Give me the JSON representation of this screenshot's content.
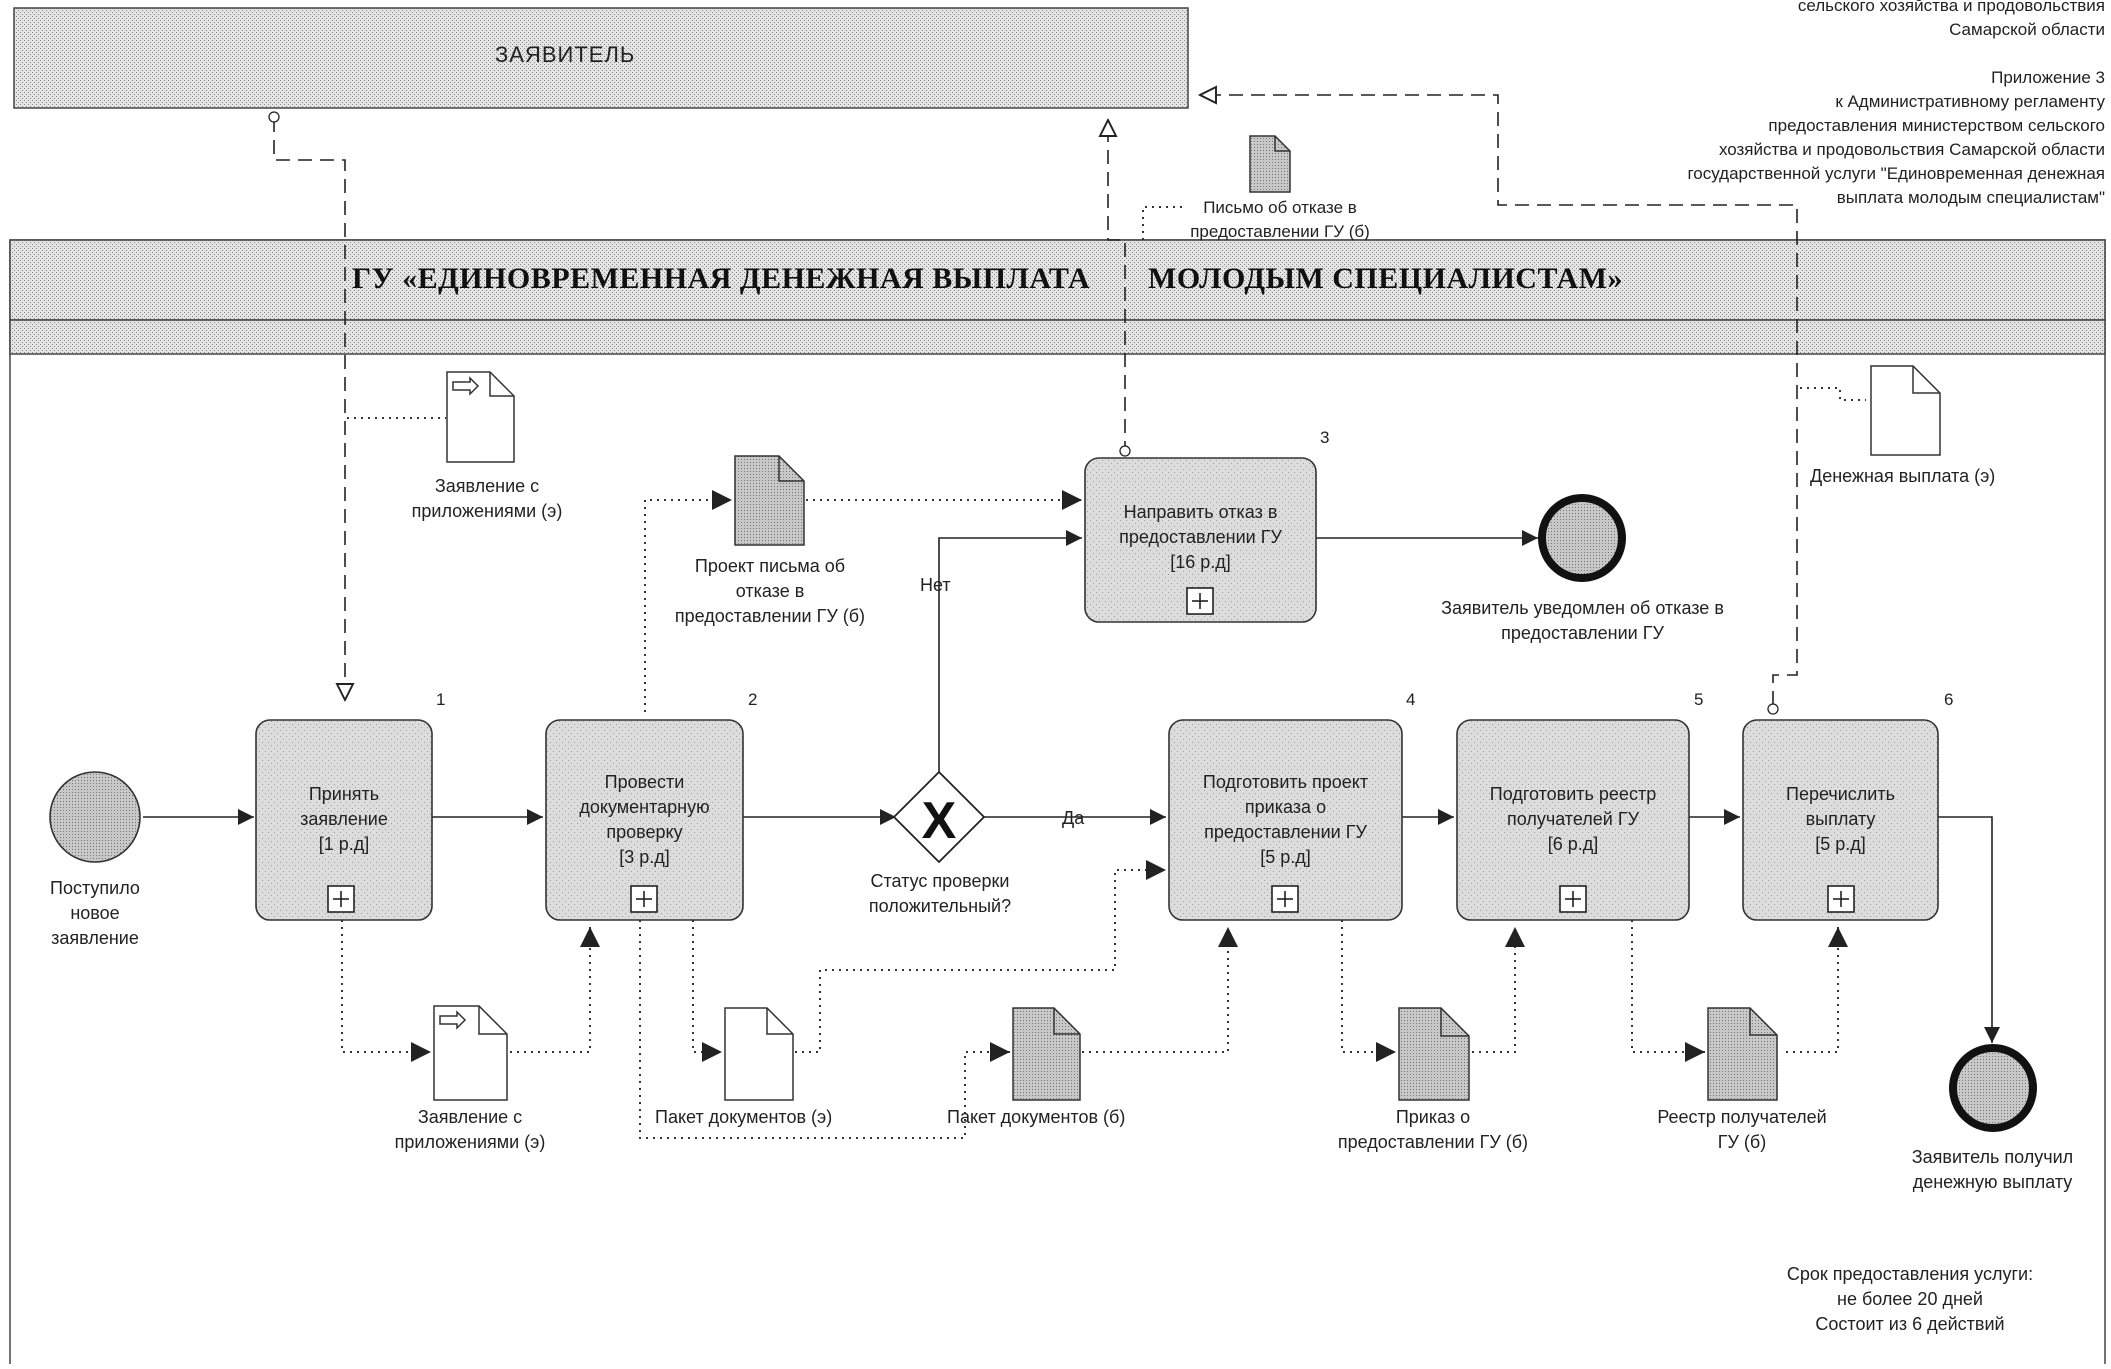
{
  "header_right": {
    "lines": [
      "сельского хозяйства и продовольствия",
      "Самарской области",
      "Приложение 3",
      "к Административному регламенту",
      "предоставления министерством сельского",
      "хозяйства и продовольствия Самарской области",
      "государственной услуги \"Единовременная денежная",
      "выплата молодым специалистам\""
    ]
  },
  "pools": {
    "applicant": "ЗАЯВИТЕЛЬ",
    "service_part1": "ГУ «ЕДИНОВРЕМЕННАЯ ДЕНЕЖНАЯ  ВЫПЛАТА",
    "service_part2": "МОЛОДЫМ СПЕЦИАЛИСТАМ»"
  },
  "start_event": {
    "label": [
      "Поступило",
      "новое",
      "заявление"
    ]
  },
  "tasks": [
    {
      "number": "1",
      "label": [
        "Принять",
        "заявление",
        "[1 р.д]"
      ]
    },
    {
      "number": "2",
      "label": [
        "Провести",
        "документарную",
        "проверку",
        "[3 р.д]"
      ]
    },
    {
      "number": "3",
      "label": [
        "Направить отказ в",
        "предоставлении ГУ",
        "[16 р.д]"
      ]
    },
    {
      "number": "4",
      "label": [
        "Подготовить проект",
        "приказа о",
        "предоставлении ГУ",
        "[5 р.д]"
      ]
    },
    {
      "number": "5",
      "label": [
        "Подготовить реестр",
        "получателей ГУ",
        "[6 р.д]"
      ]
    },
    {
      "number": "6",
      "label": [
        "Перечислить",
        "выплату",
        "[5 р.д]"
      ]
    }
  ],
  "gateway": {
    "label": [
      "Статус проверки",
      "положительный?"
    ],
    "yes": "Да",
    "no": "Нет",
    "symbol": "X"
  },
  "end_events": {
    "refused": [
      "Заявитель уведомлен об отказе в",
      "предоставлении ГУ"
    ],
    "paid": [
      "Заявитель получил",
      "денежную выплату"
    ]
  },
  "documents": {
    "app_top": [
      "Заявление с",
      "приложениями (э)"
    ],
    "app_bottom": [
      "Заявление с",
      "приложениями (э)"
    ],
    "draft_letter": [
      "Проект письма об",
      "отказе в",
      "предоставлении ГУ (б)"
    ],
    "refusal_letter": [
      "Письмо об отказе в",
      "предоставлении ГУ (б)"
    ],
    "pkg_e": "Пакет документов (э)",
    "pkg_b": "Пакет документов (б)",
    "order": [
      "Приказ о",
      "предоставлении ГУ (б)"
    ],
    "registry": [
      "Реестр получателей",
      "ГУ (б)"
    ],
    "payment": "Денежная выплата (э)"
  },
  "footer": {
    "lines": [
      "Срок предоставления услуги:",
      "не более 20 дней",
      "Состоит из 6 действий"
    ]
  },
  "colors": {
    "line": "#222222",
    "task_fill": "#d9d9d9",
    "pool_fill": "#e2e2e2",
    "event_fill": "#b8b8b8"
  }
}
